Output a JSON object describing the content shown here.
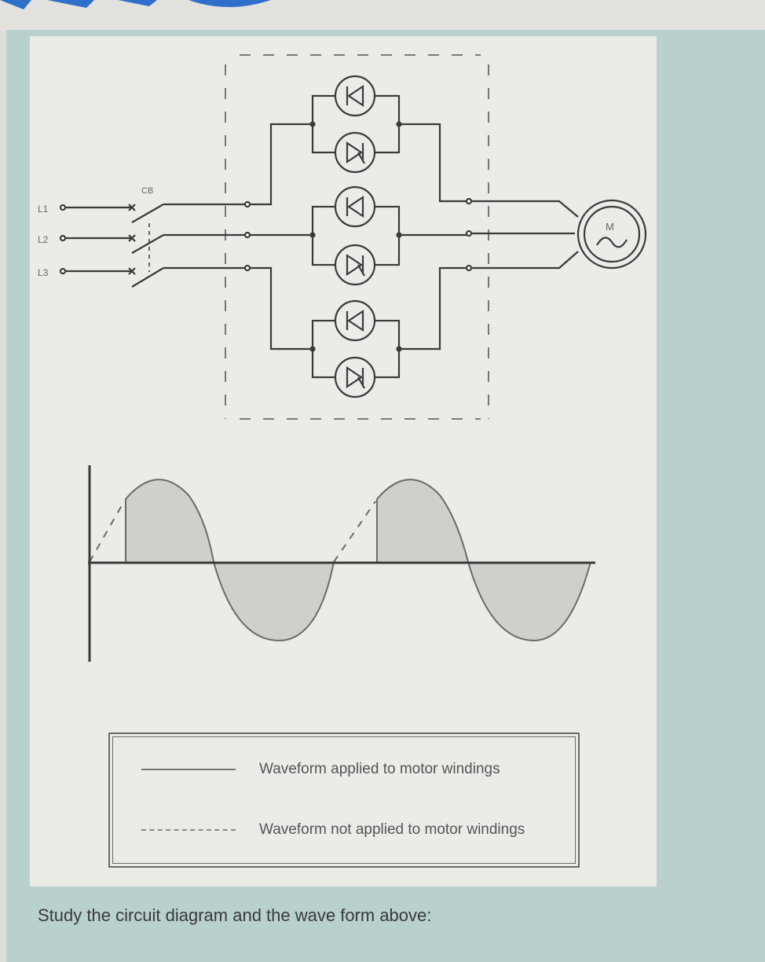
{
  "circuit": {
    "line_labels": [
      "L1",
      "L2",
      "L3"
    ],
    "breaker_label": "CB",
    "motor_label": "M",
    "motor_symbol": "~",
    "thyristor_pairs": 3,
    "colors": {
      "line": "#3a3a3a",
      "dashed_box": "#6a6a6a",
      "wave_fill": "#cfcfcb"
    }
  },
  "legend": {
    "items": [
      {
        "style": "solid",
        "label": "Waveform applied to motor windings"
      },
      {
        "style": "dashed",
        "label": "Waveform not applied to motor windings"
      }
    ]
  },
  "prompt": {
    "text": "Study the circuit diagram and the wave form above:"
  }
}
